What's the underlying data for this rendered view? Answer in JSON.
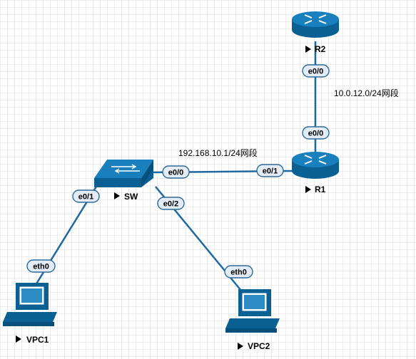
{
  "nodes": {
    "r2": {
      "label": "R2"
    },
    "r1": {
      "label": "R1"
    },
    "sw": {
      "label": "SW"
    },
    "vpc1": {
      "label": "VPC1"
    },
    "vpc2": {
      "label": "VPC2"
    }
  },
  "ports": {
    "r2_e00": "e0/0",
    "r1_e00": "e0/0",
    "r1_e01": "e0/1",
    "sw_e00": "e0/0",
    "sw_e01": "e0/1",
    "sw_e02": "e0/2",
    "vpc1_eth0": "eth0",
    "vpc2_eth0": "eth0"
  },
  "networks": {
    "r1_r2": "10.0.12.0/24网段",
    "sw_r1": "192.168.10.1/24网段"
  },
  "colors": {
    "link": "#1f68a0",
    "device_fill": "#0b6aa0",
    "port_fill": "#e3ecf5"
  }
}
